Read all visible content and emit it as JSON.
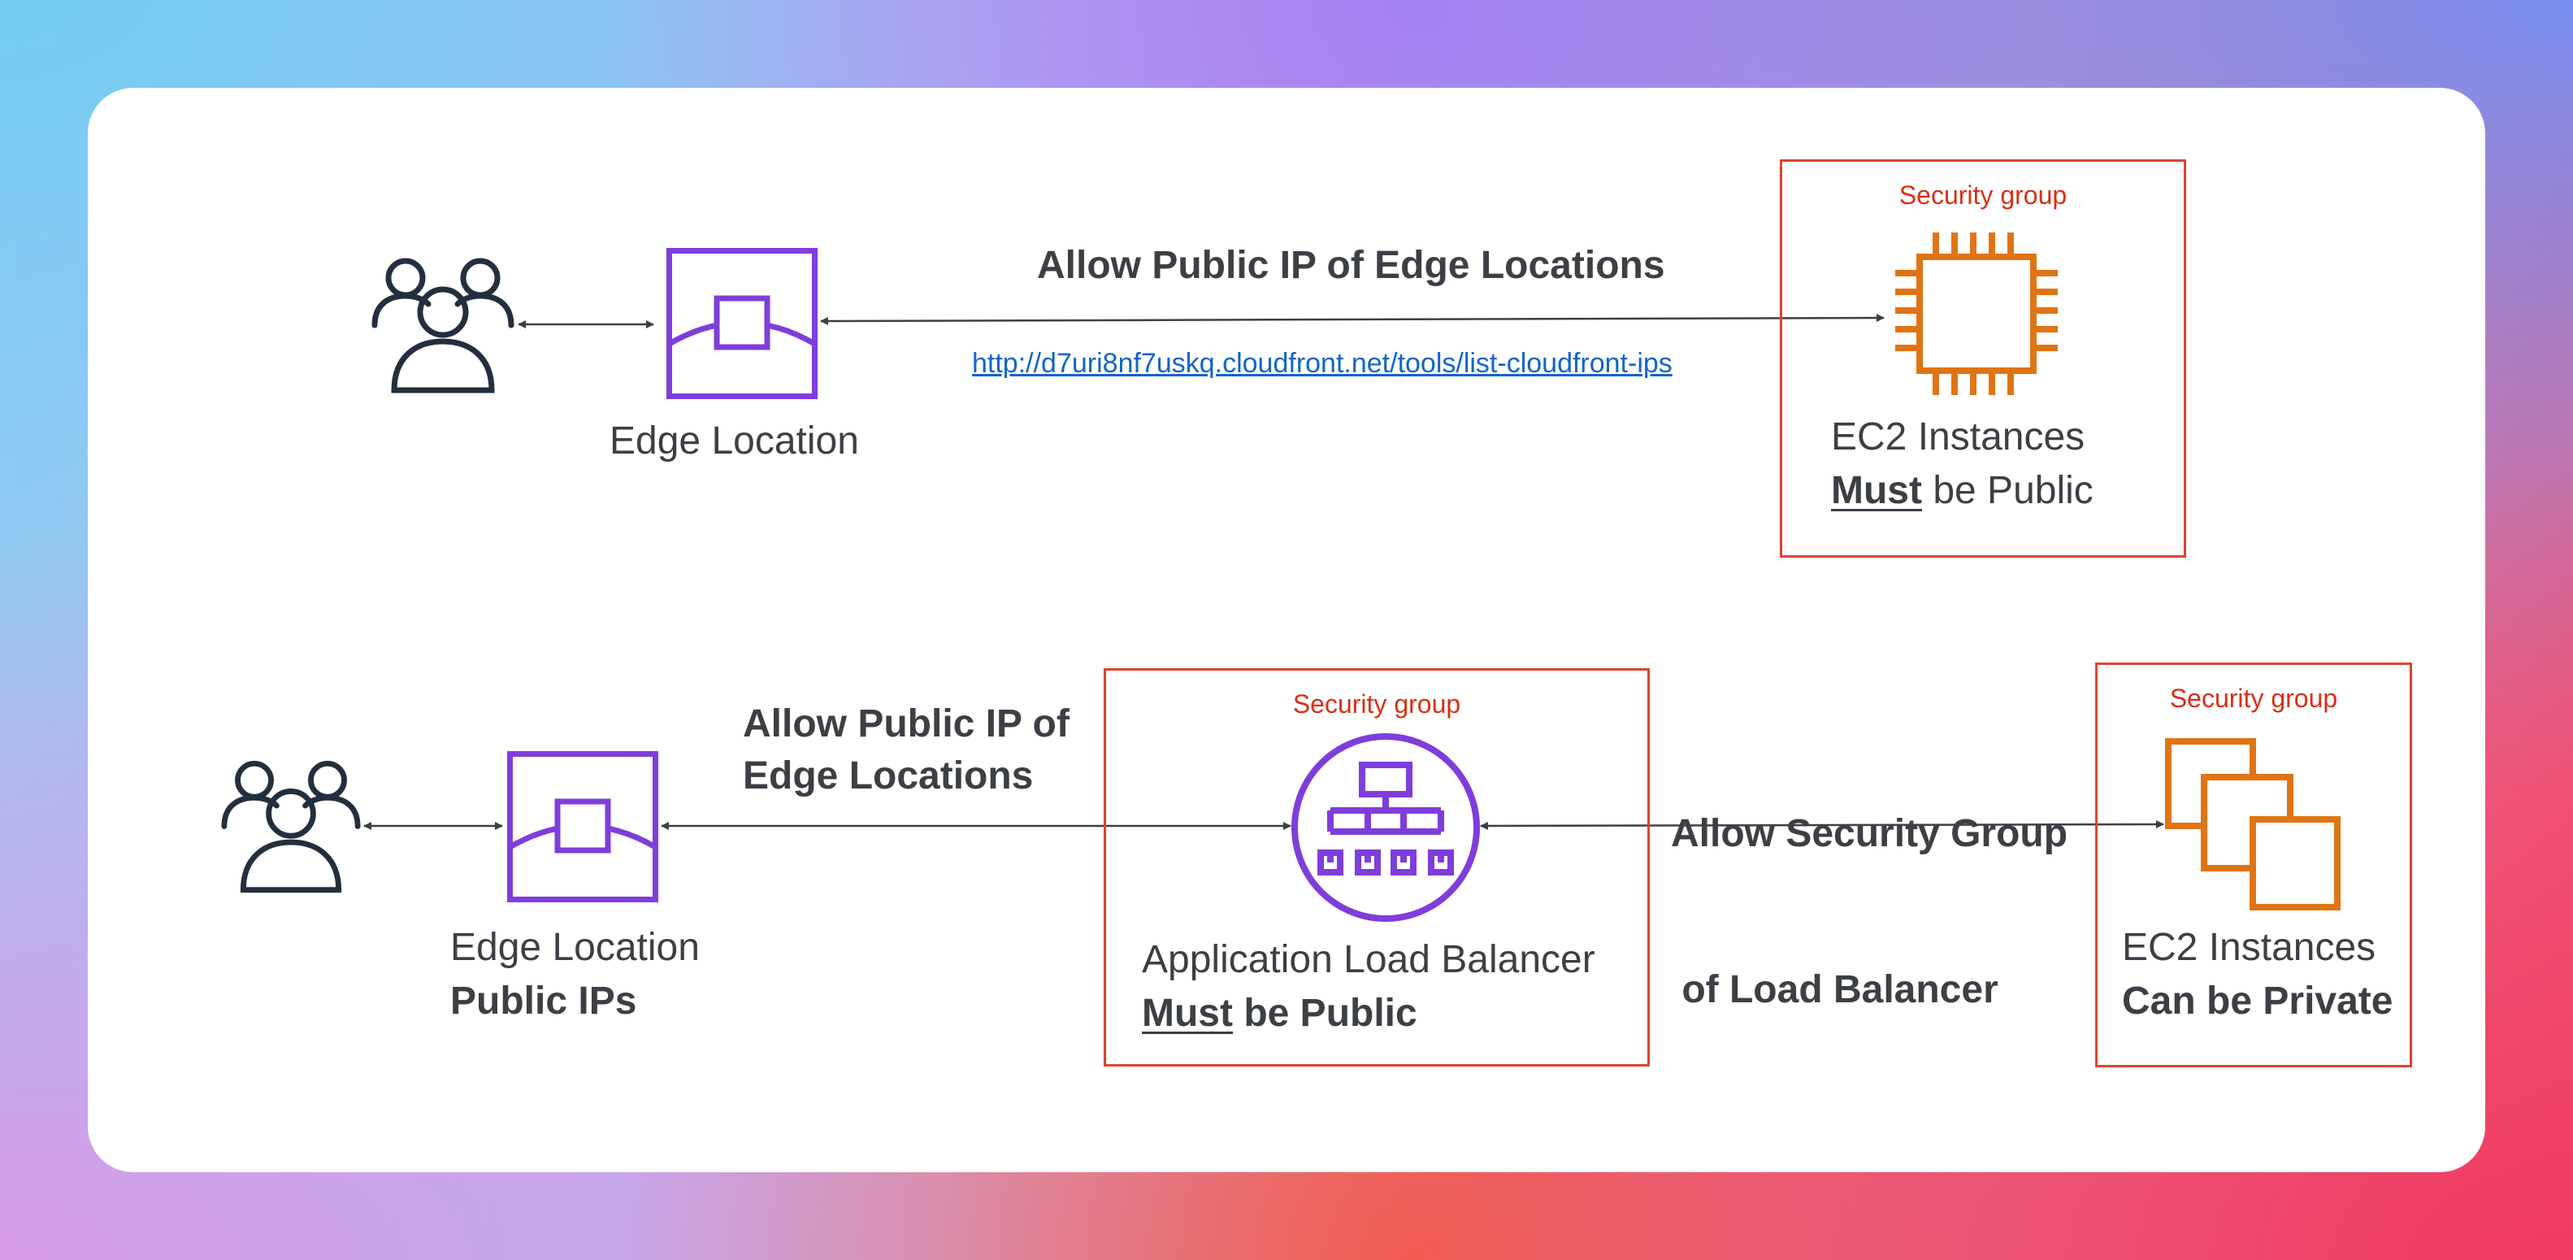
{
  "top_row": {
    "edge_label": "Edge Location",
    "allow_heading": "Allow Public IP of Edge Locations",
    "link_text": "http://d7uri8nf7uskq.cloudfront.net/tools/list-cloudfront-ips",
    "security_group_label": "Security group",
    "ec2_line1": "EC2 Instances",
    "ec2_must": "Must",
    "ec2_rest": " be Public"
  },
  "bottom_row": {
    "edge_line1": "Edge Location",
    "edge_line2": "Public IPs",
    "allow_heading_line1": "Allow Public IP of",
    "allow_heading_line2": "Edge Locations",
    "alb_security_group_label": "Security group",
    "alb_line1": "Application Load Balancer",
    "alb_must": "Must",
    "alb_rest": " be Public",
    "sg_heading_line1": "Allow Security Group",
    "sg_heading_line2": " of Load Balancer",
    "ec2_security_group_label": "Security group",
    "ec2_line1": "EC2 Instances",
    "ec2_line2": "Can be Private"
  },
  "colors": {
    "security_group": "#d92f14",
    "edge_location": "#7f3ddb",
    "ec2": "#e07414",
    "users": "#232f3e",
    "link": "#1264c9"
  },
  "icons": [
    "users-icon",
    "edge-location-icon",
    "ec2-instance-icon",
    "application-load-balancer-icon",
    "ec2-instances-icon"
  ]
}
